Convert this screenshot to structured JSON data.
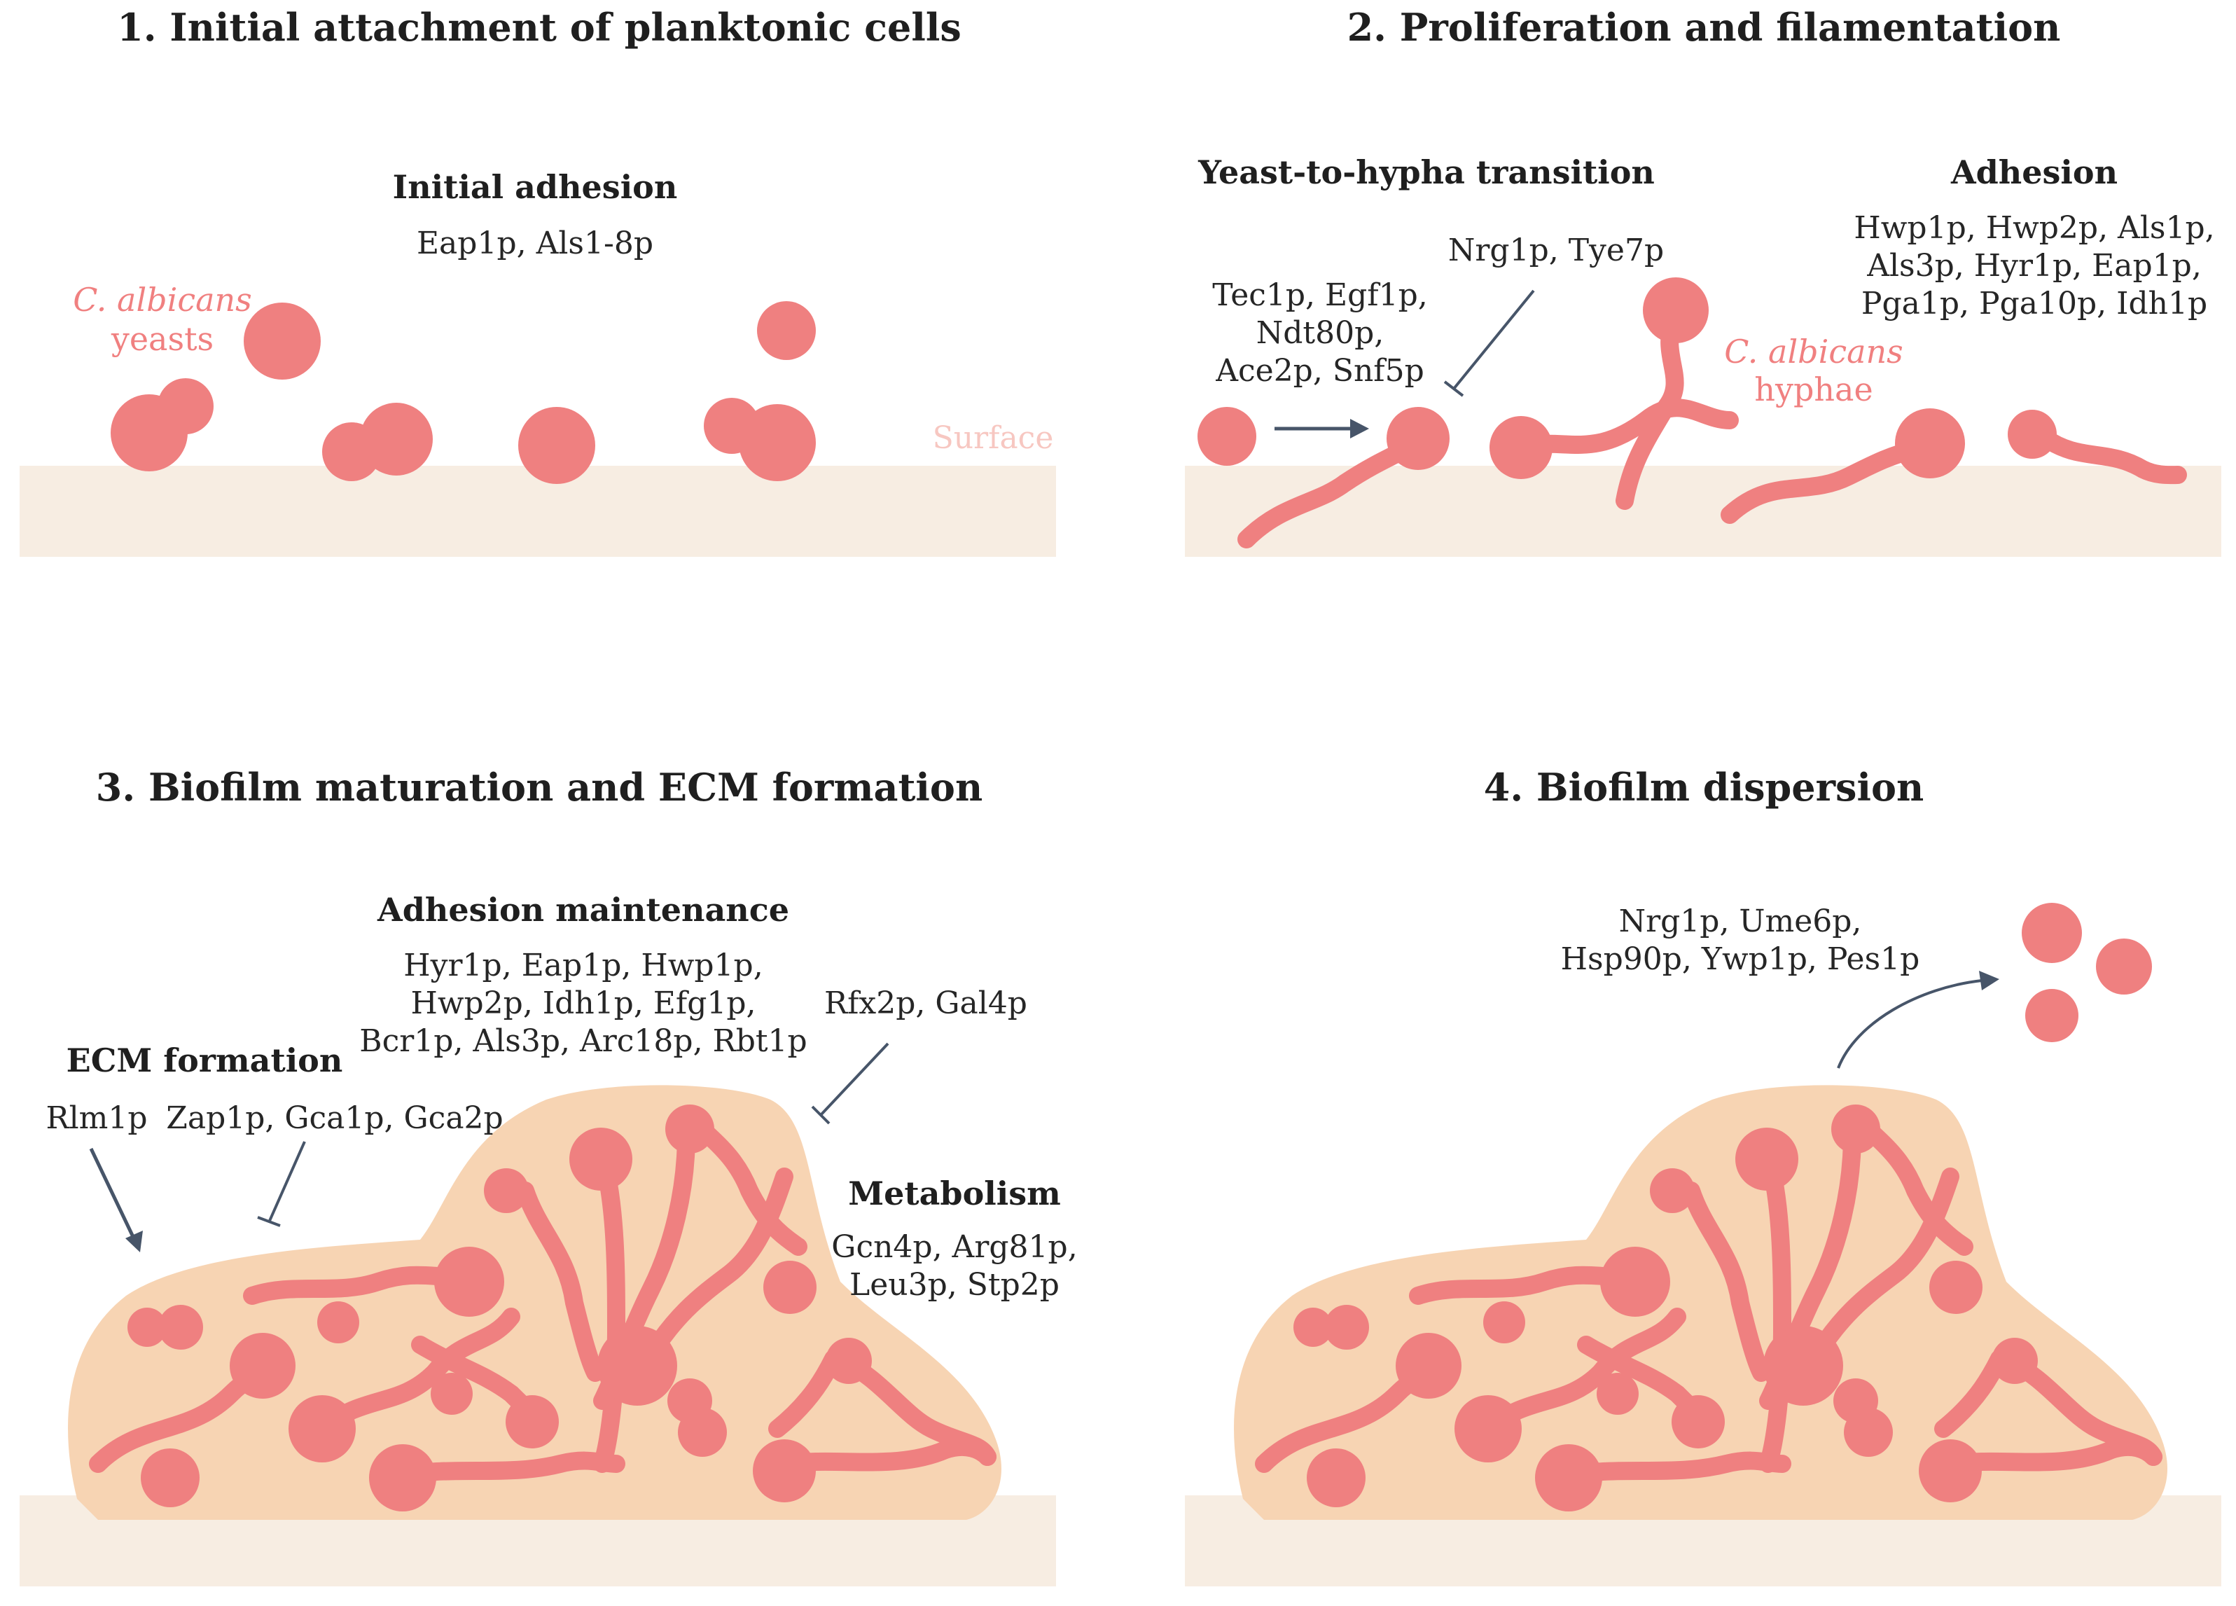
{
  "colors": {
    "cell": "#ef8080",
    "surface": "#f7ede2",
    "ecm": "#f7d4b3",
    "arrow": "#475569",
    "label_pink": "#f08080",
    "text": "#1f1f1f"
  },
  "panels": {
    "p1": {
      "title": "1. Initial attachment of planktonic cells",
      "adhesion_title": "Initial adhesion",
      "adhesion_genes": "Eap1p, Als1-8p",
      "yeast_label_italic": "C. albicans",
      "yeast_label": "yeasts",
      "surface_label": "Surface"
    },
    "p2": {
      "title": "2. Proliferation and filamentation",
      "transition_title": "Yeast-to-hypha transition",
      "activators": [
        "Tec1p, Egf1p,",
        "Ndt80p,",
        "Ace2p, Snf5p"
      ],
      "repressors": "Nrg1p, Tye7p",
      "adhesion_title": "Adhesion",
      "adhesion_genes": [
        "Hwp1p, Hwp2p, Als1p,",
        "Als3p, Hyr1p, Eap1p,",
        "Pga1p, Pga10p, Idh1p"
      ],
      "hyphae_label_italic": "C. albicans",
      "hyphae_label": "hyphae"
    },
    "p3": {
      "title": "3. Biofilm maturation and ECM formation",
      "maintenance_title": "Adhesion maintenance",
      "maintenance_genes": [
        "Hyr1p, Eap1p, Hwp1p,",
        "Hwp2p, Idh1p, Efg1p,",
        "Bcr1p, Als3p, Arc18p, Rbt1p"
      ],
      "repressors": "Rfx2p, Gal4p",
      "ecm_title": "ECM formation",
      "ecm_activator": "Rlm1p",
      "ecm_repressors": "Zap1p, Gca1p, Gca2p",
      "metabolism_title": "Metabolism",
      "metabolism_genes": [
        "Gcn4p, Arg81p,",
        "Leu3p, Stp2p"
      ]
    },
    "p4": {
      "title": "4. Biofilm dispersion",
      "genes": [
        "Nrg1p, Ume6p,",
        "Hsp90p, Ywp1p, Pes1p"
      ]
    }
  }
}
